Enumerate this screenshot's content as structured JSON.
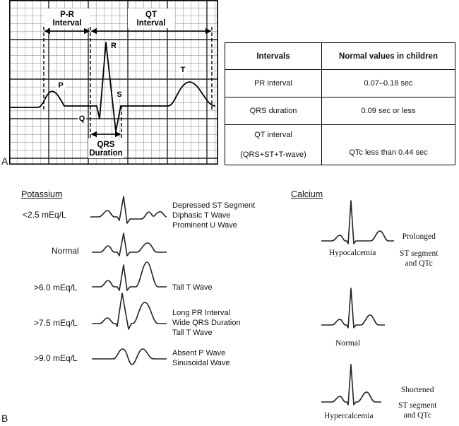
{
  "panel_a": {
    "letter": "A",
    "ecg": {
      "pr_interval_label": [
        "P-R",
        "Interval"
      ],
      "qt_interval_label": [
        "QT",
        "Interval"
      ],
      "qrs_duration_label": [
        "QRS",
        "Duration"
      ],
      "waves": {
        "p": "P",
        "q": "Q",
        "r": "R",
        "s": "S",
        "t": "T"
      }
    },
    "table": {
      "headers": [
        "Intervals",
        "Normal values in children"
      ],
      "rows": [
        {
          "interval": "PR interval",
          "value": "0.07–0.18 sec"
        },
        {
          "interval": "QRS duration",
          "value": "0.09 sec or less"
        },
        {
          "interval": "QT interval",
          "interval_sub": "(QRS+ST+T-wave)",
          "value": "QTc less than 0.44 sec"
        }
      ]
    }
  },
  "panel_b": {
    "letter": "B",
    "potassium": {
      "title": "Potassium",
      "rows": [
        {
          "level": "<2.5 mEq/L",
          "description": [
            "Depressed ST Segment",
            "Diphasic T Wave",
            "Prominent U Wave"
          ]
        },
        {
          "level": "Normal",
          "description": []
        },
        {
          "level": ">6.0 mEq/L",
          "description": [
            "Tall T Wave"
          ]
        },
        {
          "level": ">7.5 mEq/L",
          "description": [
            "Long PR Interval",
            "Wide QRS Duration",
            "Tall T Wave"
          ]
        },
        {
          "level": ">9.0 mEq/L",
          "description": [
            "Absent P Wave",
            "Sinusoidal Wave"
          ]
        }
      ]
    },
    "calcium": {
      "title": "Calcium",
      "hypo_label": "Hypocalcemia",
      "hypo_note": [
        "Prolonged",
        "ST segment",
        "and QTc"
      ],
      "normal_label": "Normal",
      "hyper_label": "Hypercalcemia",
      "hyper_note": [
        "Shortened",
        "ST segment",
        "and QTc"
      ]
    }
  }
}
